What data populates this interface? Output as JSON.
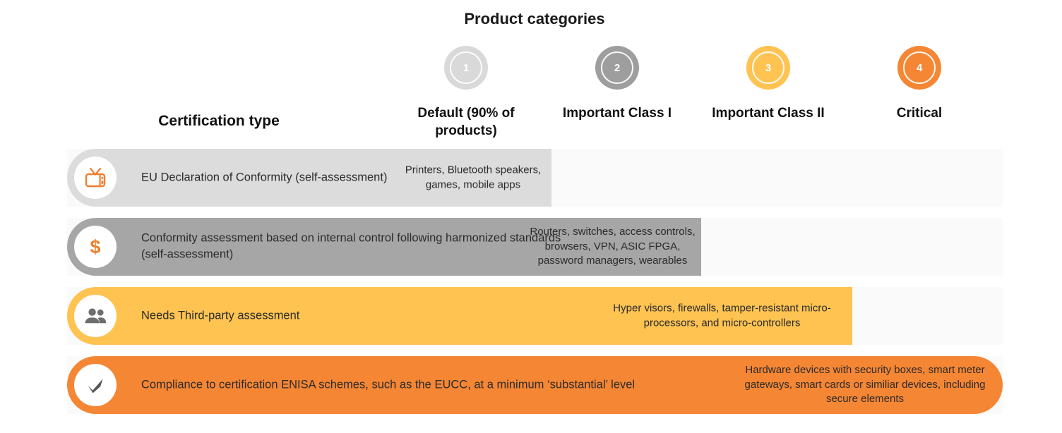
{
  "title": "Product categories",
  "cert_type_header": "Certification type",
  "colors": {
    "category1": "#d9d9d9",
    "category2": "#9e9e9e",
    "category3": "#ffc352",
    "category4": "#f58634",
    "track": "#fafafa",
    "icon_orange": "#f07f2d",
    "icon_gray": "#6e6e6e",
    "text": "#2b2b2b"
  },
  "categories": [
    {
      "number": "1",
      "label": "Default (90% of products)",
      "color": "#d9d9d9"
    },
    {
      "number": "2",
      "label": "Important Class I",
      "color": "#9e9e9e"
    },
    {
      "number": "3",
      "label": "Important Class II",
      "color": "#ffc352"
    },
    {
      "number": "4",
      "label": "Critical",
      "color": "#f58634"
    }
  ],
  "rows": [
    {
      "icon": "tv-icon",
      "icon_color": "#f07f2d",
      "label": "EU Declaration of Conformity (self-assessment)",
      "bar_color": "#dcdcdc",
      "cell_text": "Printers, Bluetooth speakers, games, mobile apps",
      "category_index": 1
    },
    {
      "icon": "dollar-icon",
      "icon_color": "#f07f2d",
      "label": "Conformity assessment based on internal control following harmonized standards (self-assessment)",
      "bar_color": "#a6a6a6",
      "cell_text": "Routers, switches, access controls, browsers, VPN, ASIC FPGA, password managers, wearables",
      "category_index": 2
    },
    {
      "icon": "people-icon",
      "icon_color": "#6e6e6e",
      "label": "Needs Third-party assessment",
      "bar_color": "#ffc352",
      "cell_text": "Hyper visors, firewalls, tamper-resistant micro-processors, and micro-controllers",
      "category_index": 3
    },
    {
      "icon": "check-icon",
      "icon_color": "#555555",
      "label": "Compliance to certification ENISA schemes, such as the EUCC, at a minimum ‘substantial’ level",
      "bar_color": "#f58634",
      "cell_text": "Hardware devices with security boxes, smart meter gateways, smart cards or similiar devices, including secure elements",
      "category_index": 4
    }
  ]
}
